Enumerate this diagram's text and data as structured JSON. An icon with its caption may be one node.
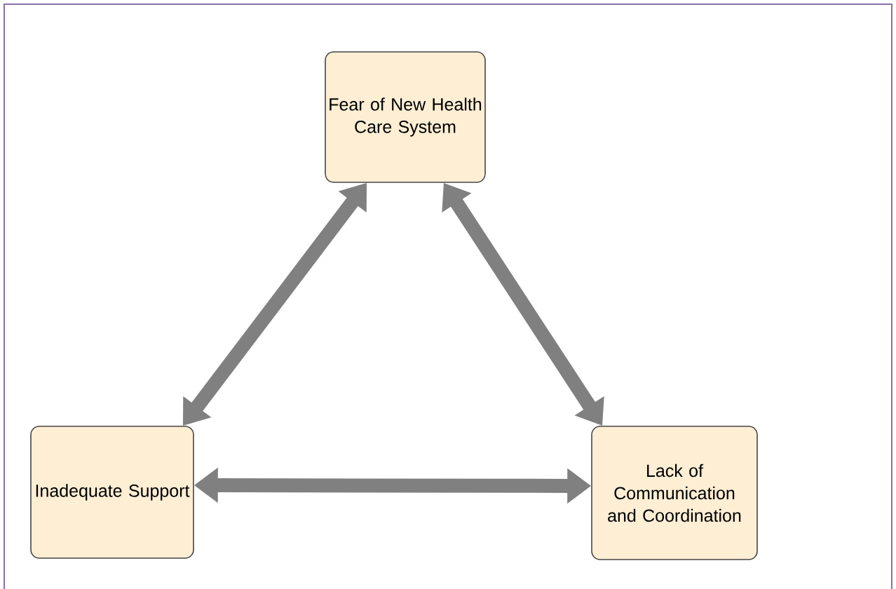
{
  "diagram": {
    "nodes": [
      {
        "text": [
          "Fear of New Health Care System"
        ]
      },
      {
        "text": [
          "Inadequate Support"
        ]
      },
      {
        "text": [
          "Lack of Communication and Coordination"
        ]
      }
    ],
    "edges": [
      {
        "from": 1,
        "to": 0,
        "arrow": "both"
      },
      {
        "from": 0,
        "to": 2,
        "arrow": "both"
      },
      {
        "from": 1,
        "to": 2,
        "arrow": "both"
      }
    ]
  }
}
